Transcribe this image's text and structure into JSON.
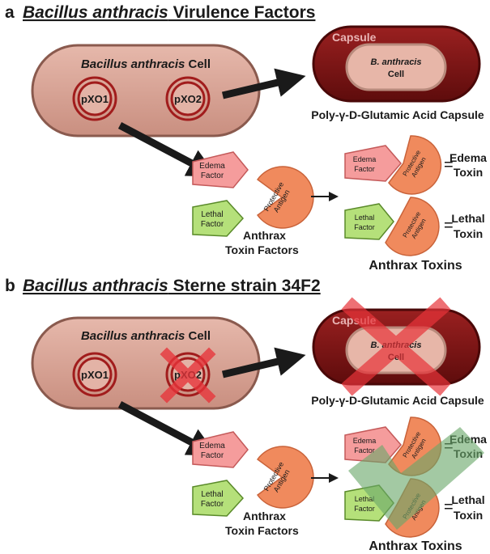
{
  "panel_a": {
    "letter": "a",
    "title_italic": "Bacillus anthracis",
    "title_rest": " Virulence Factors",
    "cell_label_italic": "Bacillus anthracis",
    "cell_label_rest": " Cell",
    "plasmid_1": "pXO1",
    "plasmid_2": "pXO2",
    "capsule_word": "Capsule",
    "inner_cell_italic": "B. anthracis",
    "inner_cell_rest": "Cell",
    "capsule_caption": "Poly-γ-D-Glutamic Acid Capsule",
    "edema_factor_1": "Edema",
    "edema_factor_2": "Factor",
    "lethal_factor_1": "Lethal",
    "lethal_factor_2": "Factor",
    "pa_1": "Protective",
    "pa_2": "Antigen",
    "toxin_factors_1": "Anthrax",
    "toxin_factors_2": "Toxin Factors",
    "equals": "=",
    "edema_toxin_1": "Edema",
    "edema_toxin_2": "Toxin",
    "lethal_toxin_1": "Lethal",
    "lethal_toxin_2": "Toxin",
    "anthrax_toxins": "Anthrax Toxins"
  },
  "panel_b": {
    "letter": "b",
    "title_italic": "Bacillus anthracis",
    "title_rest": " Sterne strain 34F2"
  },
  "colors": {
    "cell_fill": "#d9a598",
    "cell_stroke": "#8a5a4e",
    "plasmid_ring": "#a11c1c",
    "capsule_dark": "#7a1414",
    "edema_pink": "#f59c9c",
    "lethal_green": "#b5e07a",
    "pa_orange": "#f08a5d",
    "red_x": "#e8343a",
    "green_check": "#6aa86a"
  }
}
